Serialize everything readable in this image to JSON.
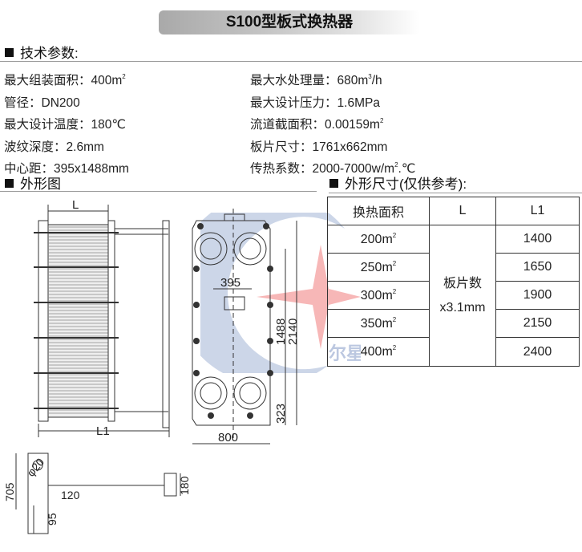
{
  "title": "S100型板式换热器",
  "tech_section": {
    "heading": "技术参数:"
  },
  "specs_left": [
    {
      "label": "最大组装面积：",
      "value": "400m",
      "sup": "2"
    },
    {
      "label": "管径：",
      "value": "DN200",
      "sup": ""
    },
    {
      "label": "最大设计温度：",
      "value": "180℃",
      "sup": ""
    },
    {
      "label": "波纹深度：",
      "value": "2.6mm",
      "sup": ""
    },
    {
      "label": "中心距：",
      "value": "395x1488mm",
      "sup": ""
    }
  ],
  "specs_right": [
    {
      "label": "最大水处理量：",
      "value": "680m",
      "sup": "3",
      "suffix": "/h"
    },
    {
      "label": "最大设计压力：",
      "value": "1.6MPa",
      "sup": "",
      "suffix": ""
    },
    {
      "label": "流道截面积：",
      "value": "0.00159m",
      "sup": "2",
      "suffix": ""
    },
    {
      "label": "板片尺寸：",
      "value": "1761x662mm",
      "sup": "",
      "suffix": ""
    },
    {
      "label": "传热系数：",
      "value": "2000-7000w/m",
      "sup": "2",
      "suffix": ".℃"
    }
  ],
  "outline_section": {
    "heading": "外形图"
  },
  "dims_section": {
    "heading": "外形尺寸(仅供参考):"
  },
  "table": {
    "headers": [
      "换热面积",
      "L",
      "L1"
    ],
    "rows": [
      {
        "area": "200m",
        "sup": "2",
        "l1": "1400"
      },
      {
        "area": "250m",
        "sup": "2",
        "l1": "1650"
      },
      {
        "area": "300m",
        "sup": "2",
        "l1": "1900"
      },
      {
        "area": "350m",
        "sup": "2",
        "l1": "2150"
      },
      {
        "area": "400m",
        "sup": "2",
        "l1": "2400"
      }
    ],
    "l_value_line1": "板片数",
    "l_value_line2": "x3.1mm"
  },
  "drawing": {
    "side_L": "L",
    "side_L1": "L1",
    "front_395": "395",
    "front_1488": "1488",
    "front_2140": "2140",
    "front_323": "323",
    "front_800": "800",
    "foot_705": "705",
    "foot_phi20": "φ20",
    "foot_120": "120",
    "foot_95": "95",
    "foot_180": "180"
  },
  "watermark": {
    "text": "尔星",
    "colors": {
      "red": "#f07070",
      "blue": "#8fa3cc"
    }
  }
}
